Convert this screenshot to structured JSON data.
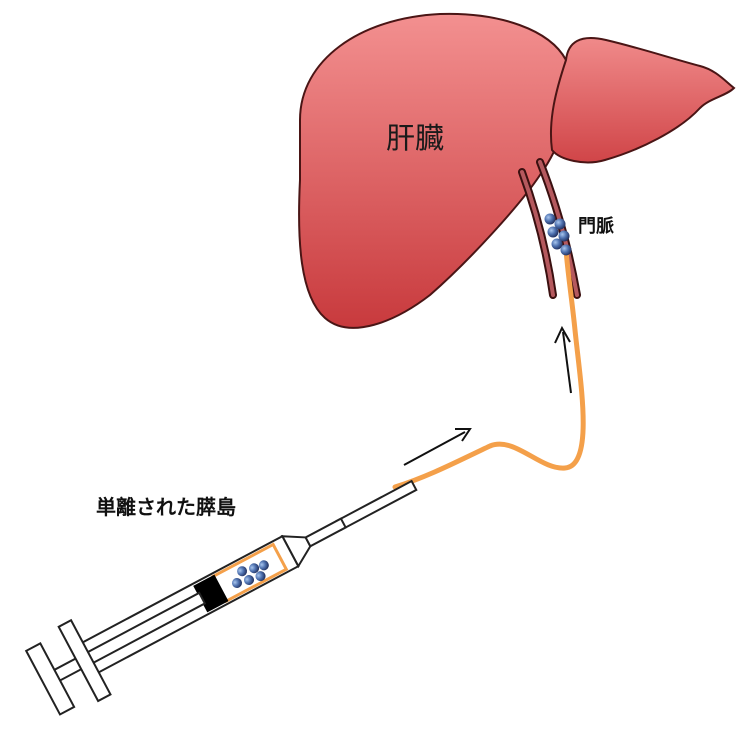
{
  "labels": {
    "liver": "肝臓",
    "portal_vein": "門脈",
    "isolated_islets": "単離された膵島"
  },
  "colors": {
    "liver_light": "#f28c8c",
    "liver_dark": "#c9393c",
    "liver_outline": "#5a1a1a",
    "vein_fill": "#b5595e",
    "vein_outline": "#3a1010",
    "catheter": "#f4a04a",
    "islet_dark": "#2b3f72",
    "islet_light": "#7fa6d8",
    "plunger_block": "#000000"
  },
  "icons": {
    "liver": "liver-organ-icon",
    "syringe": "syringe-icon",
    "islets": "pancreatic-islet-cluster-icon",
    "flow_arrows": "arrow-icon"
  }
}
